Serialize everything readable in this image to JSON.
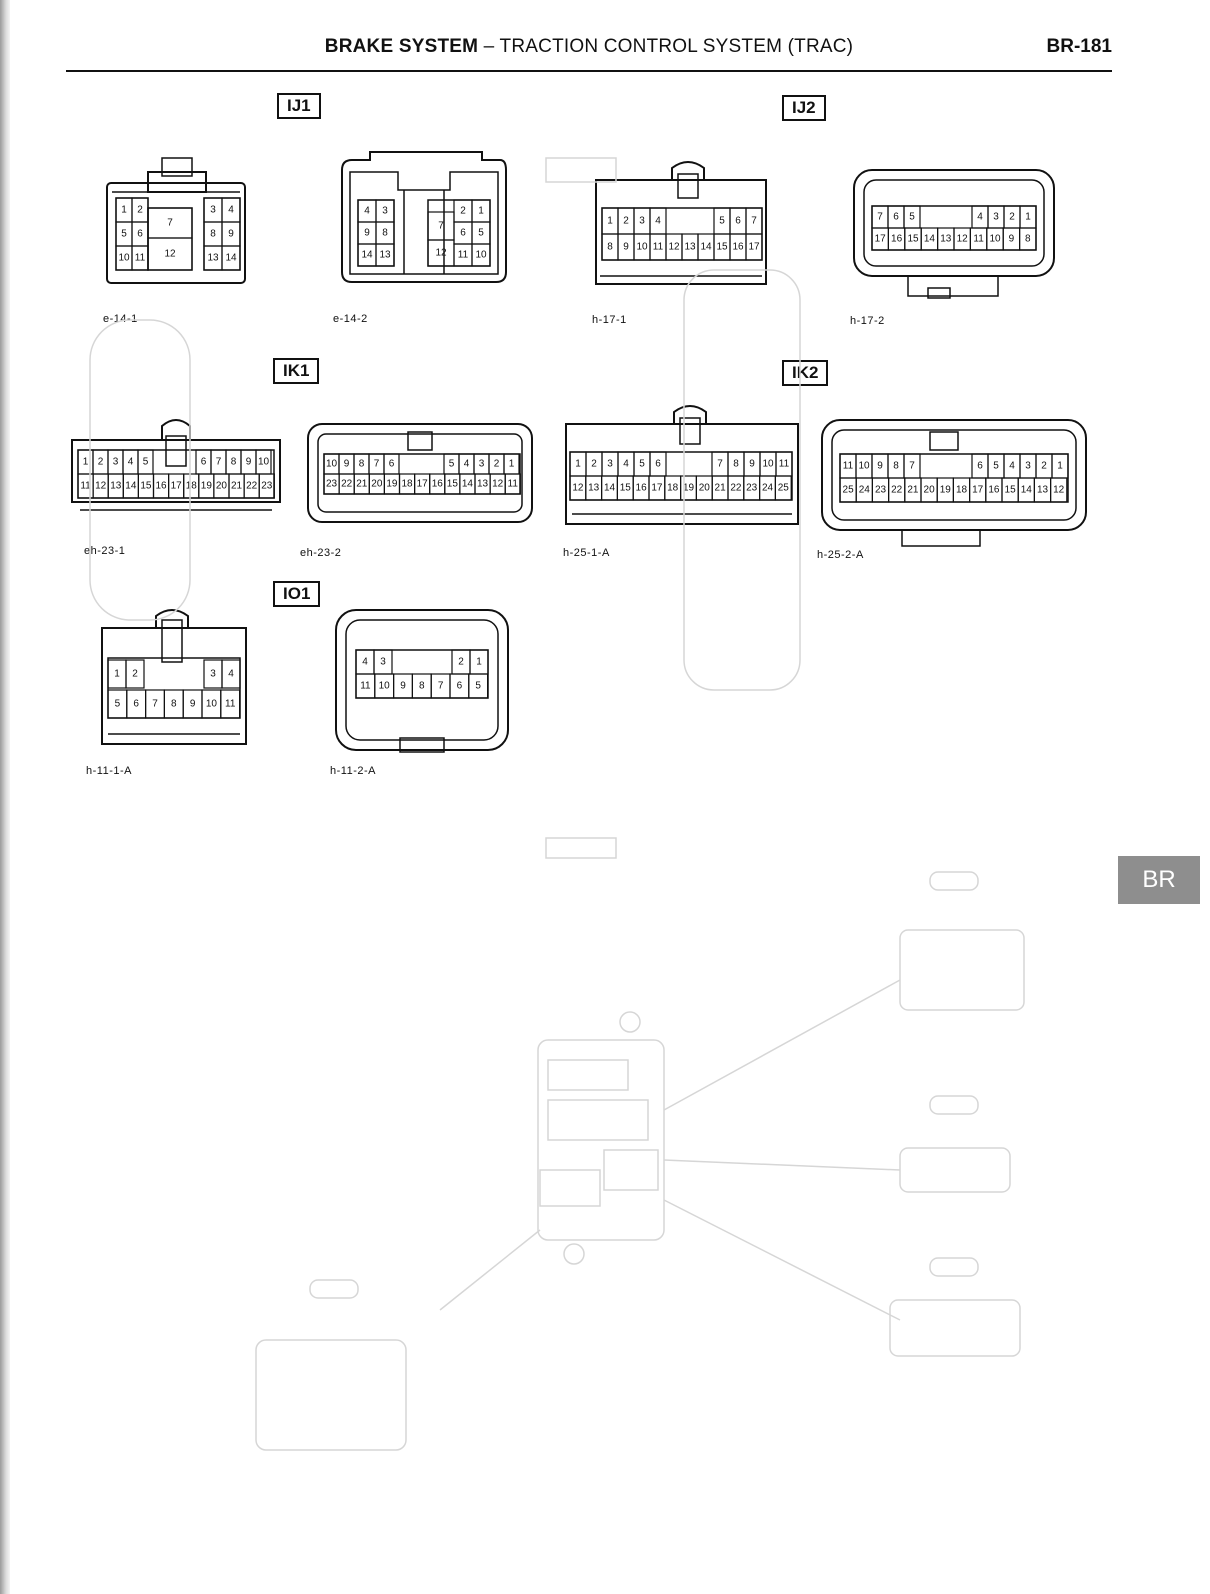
{
  "header": {
    "section_bold": "BRAKE SYSTEM",
    "section_rest": " – TRACTION CONTROL SYSTEM (TRAC)",
    "page_number": "BR-181"
  },
  "connector_groups": [
    {
      "label": "IJ1"
    },
    {
      "label": "IJ2"
    },
    {
      "label": "IK1"
    },
    {
      "label": "IK2"
    },
    {
      "label": "IO1"
    }
  ],
  "connectors": [
    {
      "code": "e-14-1",
      "pins": [
        "1",
        "2",
        "3",
        "4",
        "5",
        "6",
        "7",
        "8",
        "9",
        "10",
        "11",
        "12",
        "13",
        "14"
      ]
    },
    {
      "code": "e-14-2",
      "pins": [
        "1",
        "2",
        "3",
        "4",
        "5",
        "6",
        "7",
        "8",
        "9",
        "10",
        "11",
        "12",
        "13",
        "14"
      ]
    },
    {
      "code": "h-17-1",
      "pins": [
        "1",
        "2",
        "3",
        "4",
        "5",
        "6",
        "7",
        "8",
        "9",
        "10",
        "11",
        "12",
        "13",
        "14",
        "15",
        "16",
        "17"
      ]
    },
    {
      "code": "h-17-2",
      "pins": [
        "1",
        "2",
        "3",
        "4",
        "5",
        "6",
        "7",
        "8",
        "9",
        "10",
        "11",
        "12",
        "13",
        "14",
        "15",
        "16",
        "17"
      ]
    },
    {
      "code": "eh-23-1",
      "pins": [
        "1",
        "2",
        "3",
        "4",
        "5",
        "6",
        "7",
        "8",
        "9",
        "10",
        "11",
        "12",
        "13",
        "14",
        "15",
        "16",
        "17",
        "18",
        "19",
        "20",
        "21",
        "22",
        "23"
      ]
    },
    {
      "code": "eh-23-2",
      "pins": [
        "1",
        "2",
        "3",
        "4",
        "5",
        "6",
        "7",
        "8",
        "9",
        "10",
        "11",
        "12",
        "13",
        "14",
        "15",
        "16",
        "17",
        "18",
        "19",
        "20",
        "21",
        "22",
        "23"
      ]
    },
    {
      "code": "h-25-1-A",
      "pins": [
        "1",
        "2",
        "3",
        "4",
        "5",
        "6",
        "7",
        "8",
        "9",
        "10",
        "11",
        "12",
        "13",
        "14",
        "15",
        "16",
        "17",
        "18",
        "19",
        "20",
        "21",
        "22",
        "23",
        "24",
        "25"
      ]
    },
    {
      "code": "h-25-2-A",
      "pins": [
        "1",
        "2",
        "3",
        "4",
        "5",
        "6",
        "7",
        "8",
        "9",
        "10",
        "11",
        "12",
        "13",
        "14",
        "15",
        "16",
        "17",
        "18",
        "19",
        "20",
        "21",
        "22",
        "23",
        "24",
        "25"
      ]
    },
    {
      "code": "h-11-1-A",
      "pins": [
        "1",
        "2",
        "3",
        "4",
        "5",
        "6",
        "7",
        "8",
        "9",
        "10",
        "11"
      ]
    },
    {
      "code": "h-11-2-A",
      "pins": [
        "1",
        "2",
        "3",
        "4",
        "5",
        "6",
        "7",
        "8",
        "9",
        "10",
        "11"
      ]
    }
  ],
  "side_tab": "BR"
}
